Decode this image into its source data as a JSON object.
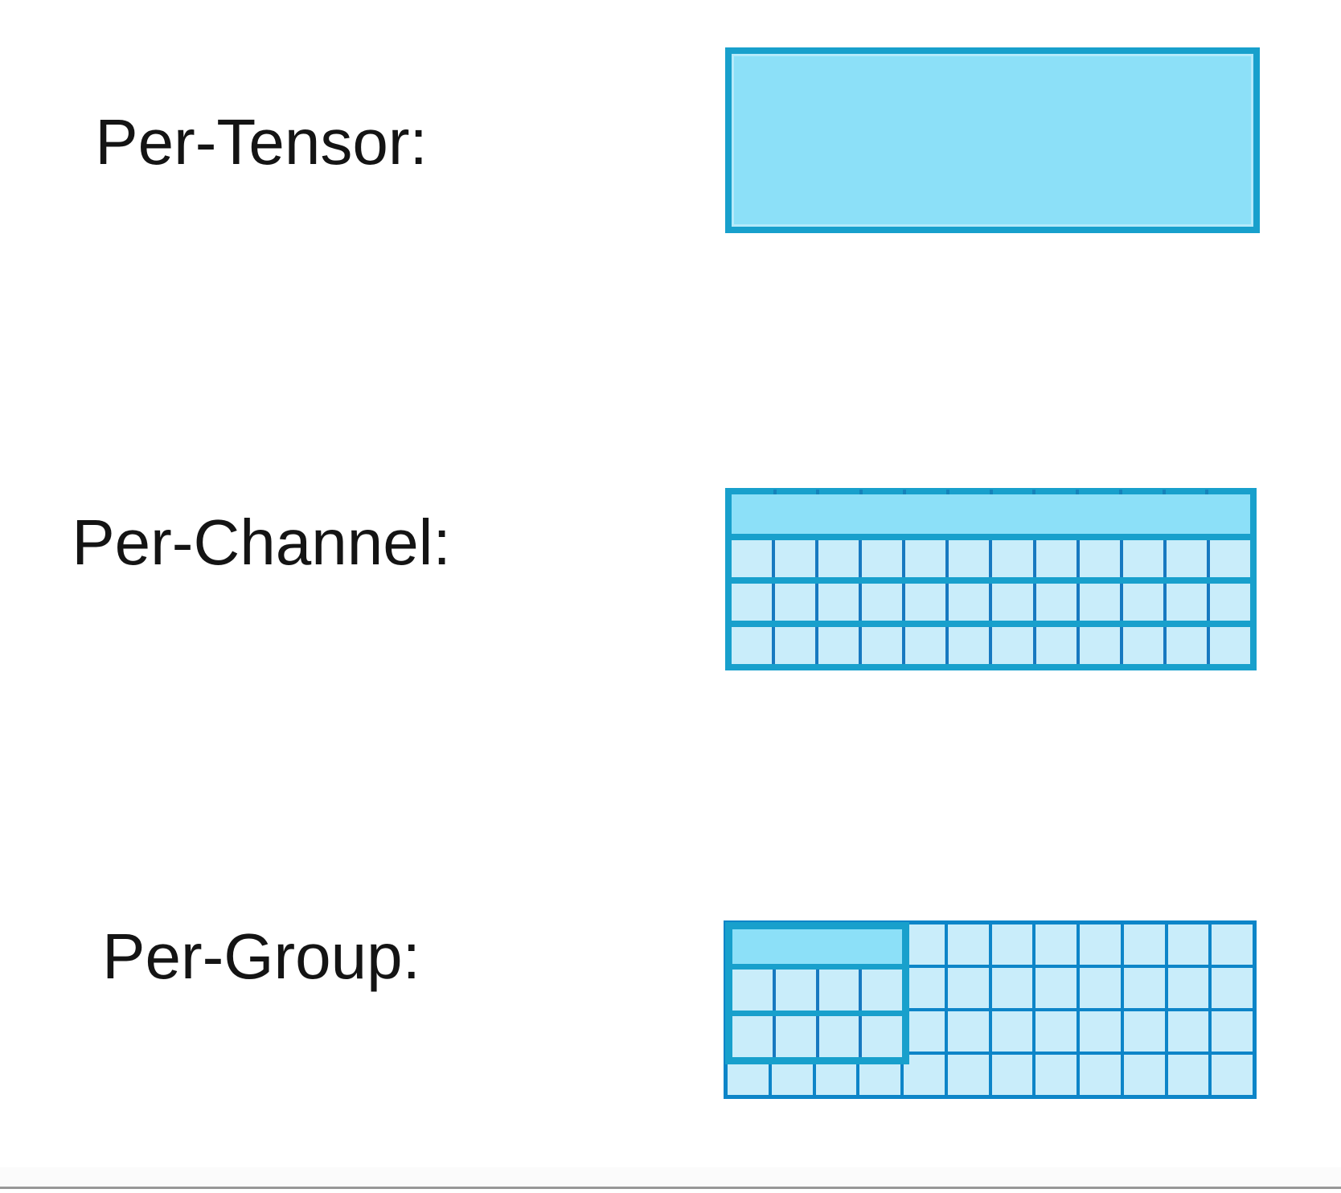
{
  "page": {
    "background": "#ffffff",
    "bottom_rule_color": "#979797"
  },
  "colors": {
    "thick_border_teal": "#18a0cc",
    "band_fill": "#8ce0f8",
    "cell_fill": "#c9edfa",
    "thin_divider_blue": "#1779c0",
    "grid_line_blue": "#0d85c8",
    "tick_color": "#1583bb",
    "label_color": "#141414"
  },
  "rows": [
    {
      "id": "per_tensor",
      "label": "Per-Tensor:"
    },
    {
      "id": "per_channel",
      "label": "Per-Channel:"
    },
    {
      "id": "per_group",
      "label": "Per-Group:"
    }
  ],
  "per_tensor_block": {
    "type": "solid-rectangle"
  },
  "per_channel_grid": {
    "columns": 12,
    "data_rows": 3,
    "band_rows": 1,
    "tick_count": 11
  },
  "per_group_grid": {
    "columns": 12,
    "rows": 4,
    "group": {
      "columns": 4,
      "rows": 3,
      "band_rows": 1,
      "data_rows": 2
    }
  }
}
